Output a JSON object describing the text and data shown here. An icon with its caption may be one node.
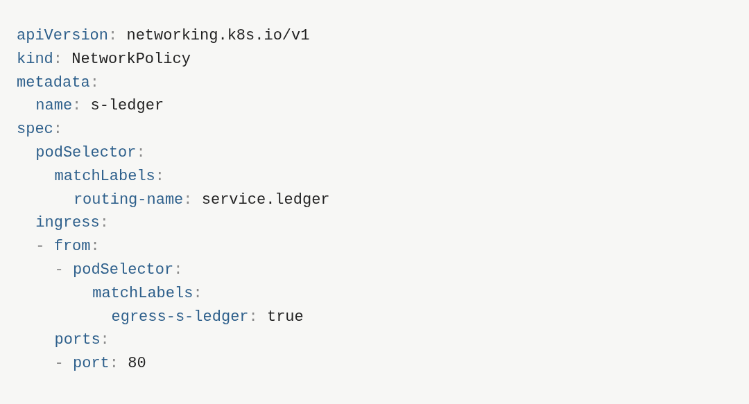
{
  "diagram": {
    "labels": [
      "apiVersion: networking.k8s.io/v1",
      "kind: NetworkPolicy",
      "metadata:",
      "name: s-ledger",
      "spec:",
      "podSelector:",
      "matchLabels:",
      "routing-name: service.ledger",
      "ingress:",
      "- from:",
      "- podSelector:",
      "matchLabels:",
      "egress-s-ledger: true",
      "ports:",
      "- port: 80"
    ]
  }
}
